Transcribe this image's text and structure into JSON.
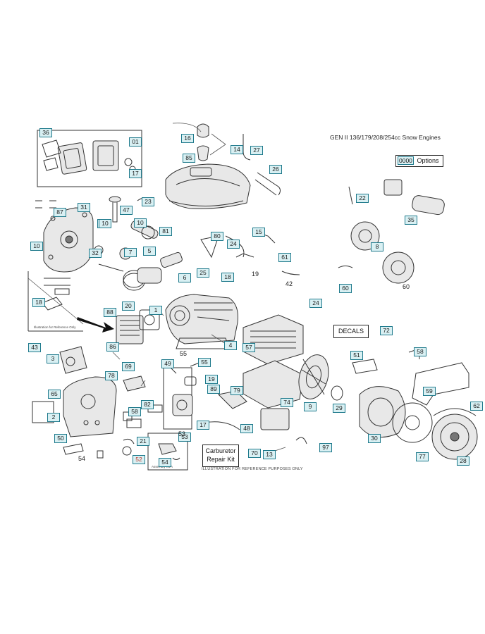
{
  "title": "GEN II 136/179/208/254cc Snow Engines",
  "options_box": {
    "code": "0000",
    "label": "Options"
  },
  "decals_box": {
    "number": "72",
    "label": "DECALS"
  },
  "carb_kit_box": {
    "number": "70",
    "label": "Carburetor Repair Kit"
  },
  "caption": "ILLUSTRATION FOR REFERENCE PURPOSES ONLY",
  "tiny_notes": {
    "note_a": "Illustration for Reference Only",
    "note_b": "Assembly Kit A"
  },
  "callouts": [
    {
      "n": "36"
    },
    {
      "n": "01"
    },
    {
      "n": "17"
    },
    {
      "n": "87"
    },
    {
      "n": "31"
    },
    {
      "n": "47"
    },
    {
      "n": "23"
    },
    {
      "n": "10"
    },
    {
      "n": "17"
    },
    {
      "n": "81"
    },
    {
      "n": "32"
    },
    {
      "n": "7"
    },
    {
      "n": "5"
    },
    {
      "n": "6"
    },
    {
      "n": "25"
    },
    {
      "n": "18"
    },
    {
      "n": "88"
    },
    {
      "n": "20"
    },
    {
      "n": "1"
    },
    {
      "n": "43"
    },
    {
      "n": "3"
    },
    {
      "n": "86"
    },
    {
      "n": "78"
    },
    {
      "n": "69"
    },
    {
      "n": "49"
    },
    {
      "n": "65"
    },
    {
      "n": "2"
    },
    {
      "n": "50"
    },
    {
      "n": "16"
    },
    {
      "n": "85"
    },
    {
      "n": "14"
    },
    {
      "n": "27"
    },
    {
      "n": "26"
    },
    {
      "n": "22"
    },
    {
      "n": "35"
    },
    {
      "n": "8"
    },
    {
      "n": "80"
    },
    {
      "n": "15"
    },
    {
      "n": "61"
    },
    {
      "n": "24"
    },
    {
      "n": "18"
    },
    {
      "n": "60"
    },
    {
      "n": "24"
    },
    {
      "n": "57"
    },
    {
      "n": "4"
    },
    {
      "n": "55"
    },
    {
      "n": "19"
    },
    {
      "n": "89"
    },
    {
      "n": "79"
    },
    {
      "n": "74"
    },
    {
      "n": "9"
    },
    {
      "n": "29"
    },
    {
      "n": "82"
    },
    {
      "n": "58"
    },
    {
      "n": "17"
    },
    {
      "n": "48"
    },
    {
      "n": "13"
    },
    {
      "n": "97"
    },
    {
      "n": "51"
    },
    {
      "n": "58"
    },
    {
      "n": "59"
    },
    {
      "n": "62"
    },
    {
      "n": "30"
    },
    {
      "n": "77"
    },
    {
      "n": "28"
    },
    {
      "n": "53"
    },
    {
      "n": "21"
    },
    {
      "n": "52",
      "red": true
    },
    {
      "n": "54"
    },
    {
      "n": "10"
    },
    {
      "n": "10"
    }
  ],
  "plain_numbers": [
    {
      "n": "19"
    },
    {
      "n": "42"
    },
    {
      "n": "60"
    },
    {
      "n": "55"
    },
    {
      "n": "53"
    },
    {
      "n": "54"
    }
  ]
}
